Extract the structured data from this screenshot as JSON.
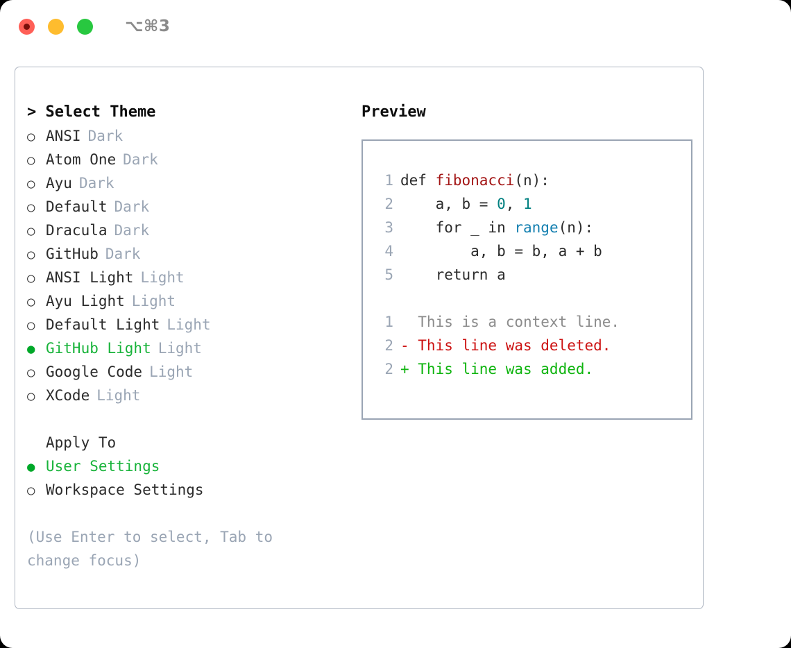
{
  "titlebar": {
    "shortcut": "⌥⌘3",
    "lights": [
      "close",
      "minimize",
      "maximize"
    ]
  },
  "theme_panel": {
    "heading": "> Select Theme",
    "marker_unselected": "○",
    "marker_selected": "●",
    "items": [
      {
        "name": "ANSI",
        "variant": "Dark",
        "selected": false
      },
      {
        "name": "Atom One",
        "variant": "Dark",
        "selected": false
      },
      {
        "name": "Ayu",
        "variant": "Dark",
        "selected": false
      },
      {
        "name": "Default",
        "variant": "Dark",
        "selected": false
      },
      {
        "name": "Dracula",
        "variant": "Dark",
        "selected": false
      },
      {
        "name": "GitHub",
        "variant": "Dark",
        "selected": false
      },
      {
        "name": "ANSI Light",
        "variant": "Light",
        "selected": false
      },
      {
        "name": "Ayu Light",
        "variant": "Light",
        "selected": false
      },
      {
        "name": "Default Light",
        "variant": "Light",
        "selected": false
      },
      {
        "name": "GitHub Light",
        "variant": "Light",
        "selected": true
      },
      {
        "name": "Google Code",
        "variant": "Light",
        "selected": false
      },
      {
        "name": "XCode",
        "variant": "Light",
        "selected": false
      }
    ]
  },
  "apply_to": {
    "heading": "Apply To",
    "items": [
      {
        "name": "User Settings",
        "selected": true
      },
      {
        "name": "Workspace Settings",
        "selected": false
      }
    ]
  },
  "hint": "(Use Enter to select, Tab to change focus)",
  "preview": {
    "heading": "Preview",
    "code_lines": [
      {
        "no": "1",
        "segments": [
          {
            "text": "def ",
            "cls": "code-text"
          },
          {
            "text": "fibonacci",
            "cls": "tok-fn"
          },
          {
            "text": "(n):",
            "cls": "code-text"
          }
        ]
      },
      {
        "no": "2",
        "segments": [
          {
            "text": "    a, b = ",
            "cls": "code-text"
          },
          {
            "text": "0",
            "cls": "tok-num"
          },
          {
            "text": ", ",
            "cls": "code-text"
          },
          {
            "text": "1",
            "cls": "tok-num"
          }
        ]
      },
      {
        "no": "3",
        "segments": [
          {
            "text": "    for _ in ",
            "cls": "code-text"
          },
          {
            "text": "range",
            "cls": "tok-call"
          },
          {
            "text": "(n):",
            "cls": "code-text"
          }
        ]
      },
      {
        "no": "4",
        "segments": [
          {
            "text": "        a, b = b, a + b",
            "cls": "code-text"
          }
        ]
      },
      {
        "no": "5",
        "segments": [
          {
            "text": "    return a",
            "cls": "code-text"
          }
        ]
      }
    ],
    "diff_lines": [
      {
        "no": "1",
        "text": "  This is a context line.",
        "cls": "diff-ctx"
      },
      {
        "no": "2",
        "text": "- This line was deleted.",
        "cls": "diff-del"
      },
      {
        "no": "2",
        "text": "+ This line was added.",
        "cls": "diff-add"
      }
    ]
  },
  "colors": {
    "selected_green": "#18b33a",
    "muted": "#9aa5b4",
    "border": "#aeb6c2",
    "preview_border": "#9aa5b4",
    "fn_red": "#a31515",
    "num_teal": "#008080",
    "call_blue": "#137fb0",
    "diff_add": "#0fb40f",
    "diff_del": "#cc1212",
    "light_red": "#ff5f57",
    "light_yellow": "#febc2e",
    "light_green": "#28c840"
  }
}
